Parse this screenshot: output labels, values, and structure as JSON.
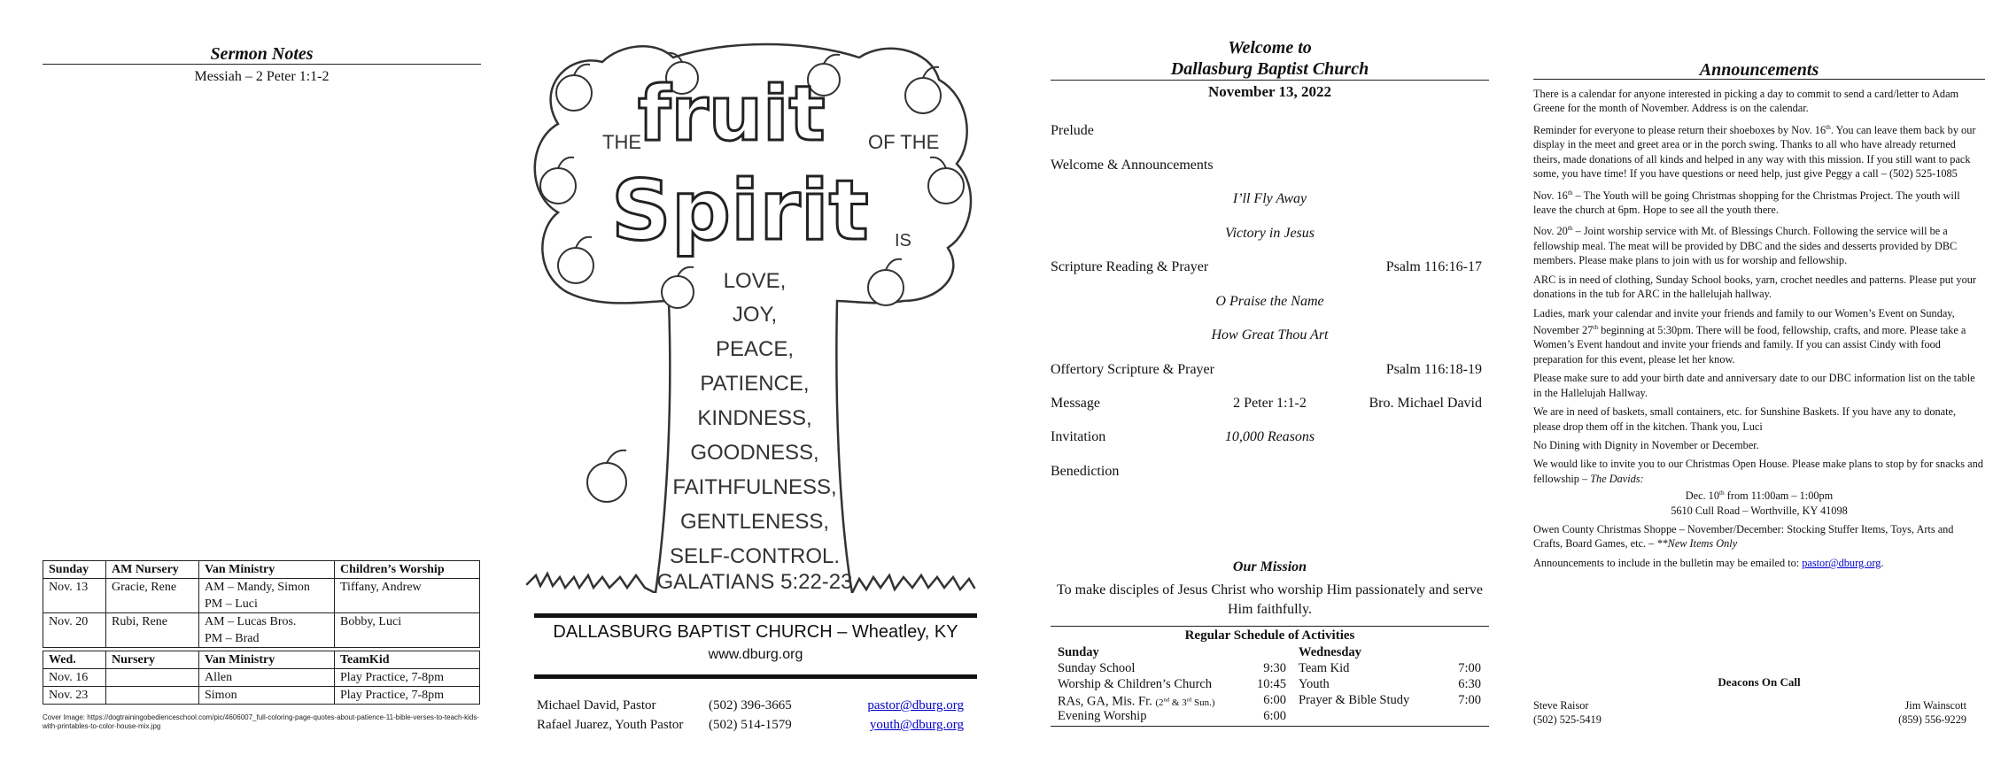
{
  "sermon_notes": {
    "title": "Sermon Notes",
    "passage": "Messiah – 2 Peter 1:1-2"
  },
  "duty_table": {
    "headers_1": [
      "Sunday",
      "AM Nursery",
      "Van Ministry",
      "Children’s Worship"
    ],
    "rows_1": [
      [
        "Nov. 13",
        "Gracie, Rene",
        "AM – Mandy, Simon",
        "Tiffany, Andrew"
      ],
      [
        "",
        "",
        "PM – Luci",
        ""
      ],
      [
        "Nov. 20",
        "Rubi, Rene",
        "AM – Lucas Bros.",
        "Bobby, Luci"
      ],
      [
        "",
        "",
        "PM – Brad",
        ""
      ]
    ],
    "headers_2": [
      "Wed.",
      "Nursery",
      "Van Ministry",
      "TeamKid"
    ],
    "rows_2": [
      [
        "Nov. 16",
        "",
        "Allen",
        "Play Practice, 7-8pm"
      ],
      [
        "Nov. 23",
        "",
        "Simon",
        "Play Practice, 7-8pm"
      ]
    ]
  },
  "cover_credit": "Cover Image: https://dogtrainingobedienceschool.com/pic/4606007_full-coloring-page-quotes-about-patience-11-bible-verses-to-teach-kids-with-printables-to-color-house-mix.jpg",
  "cover_art": {
    "the": "THE",
    "fruit": "fruit",
    "of_the": "OF THE",
    "spirit": "Spirit",
    "is": "IS",
    "virtues": [
      "LOVE,",
      "JOY,",
      "PEACE,",
      "PATIENCE,",
      "KINDNESS,",
      "GOODNESS,",
      "FAITHFULNESS,",
      "GENTLENESS,",
      "SELF-CONTROL."
    ],
    "reference": "GALATIANS 5:22-23"
  },
  "church": {
    "name": "DALLASBURG BAPTIST CHURCH – Wheatley, KY",
    "website": "www.dburg.org",
    "staff": [
      {
        "name": "Michael David, Pastor",
        "phone": "(502) 396-3665",
        "email": "pastor@dburg.org"
      },
      {
        "name": "Rafael Juarez, Youth Pastor",
        "phone": "(502) 514-1579",
        "email": "youth@dburg.org"
      }
    ]
  },
  "welcome": {
    "line1": "Welcome to",
    "line2": "Dallasburg Baptist Church",
    "date": "November 13, 2022"
  },
  "order_of_worship": {
    "prelude": "Prelude",
    "welcome": "Welcome & Announcements",
    "song1": "I’ll Fly Away",
    "song2": "Victory in Jesus",
    "scripture": "Scripture Reading & Prayer",
    "scripture_ref": "Psalm 116:16-17",
    "song3": "O Praise the Name",
    "song4": "How Great Thou Art",
    "offertory": "Offertory Scripture & Prayer",
    "offertory_ref": "Psalm 116:18-19",
    "message": "Message",
    "message_ref": "2 Peter 1:1-2",
    "message_speaker": "Bro. Michael David",
    "invitation": "Invitation",
    "invitation_song": "10,000 Reasons",
    "benediction": "Benediction"
  },
  "mission": {
    "title": "Our Mission",
    "text": "To make disciples of Jesus Christ who worship Him passionately and serve Him faithfully."
  },
  "schedule": {
    "title": "Regular Schedule of Activities",
    "sunday_header": "Sunday",
    "wednesday_header": "Wednesday",
    "sunday": [
      {
        "name": "Sunday School",
        "time": "9:30"
      },
      {
        "name": "Worship & Children’s Church",
        "time": "10:45"
      },
      {
        "name": "RAs, GA, Mis. Fr.",
        "note_a": "(2",
        "sup_a": "nd",
        "note_b": " & 3",
        "sup_b": "rd",
        "note_c": " Sun.)",
        "time": "6:00"
      },
      {
        "name": "Evening Worship",
        "time": "6:00"
      }
    ],
    "wednesday": [
      {
        "name": "Team Kid",
        "time": "7:00"
      },
      {
        "name": "Youth",
        "time": "6:30"
      },
      {
        "name": "Prayer & Bible Study",
        "time": "7:00"
      }
    ]
  },
  "announcements": {
    "title": "Announcements",
    "a1": "There is a calendar for anyone interested in picking a day to commit to send a card/letter to Adam Greene for the month of November.  Address is on the calendar.",
    "a2_pre": "Reminder for everyone to please return their shoeboxes by Nov. 16",
    "a2_sup": "th",
    "a2_post": ".  You can leave them back by our display in the meet and greet area or in the porch swing.  Thanks to all who have already returned theirs, made donations of all kinds and helped in any way with this mission.  If you still want to pack some, you have time!  If you have questions or need help, just give Peggy a call – (502) 525-1085",
    "a3_pre": "Nov. 16",
    "a3_sup": "th",
    "a3_post": " – The Youth will be going Christmas shopping for the Christmas Project.  The youth will leave the church at 6pm.  Hope to see all the youth there.",
    "a4_pre": "Nov. 20",
    "a4_sup": "th",
    "a4_post": " – Joint worship service with Mt. of Blessings Church.  Following the service will be a fellowship meal.  The meat will be provided by DBC and the sides and desserts provided by DBC members.  Please make plans to join with us for worship and fellowship.",
    "a5": "ARC is in need of clothing, Sunday School books, yarn, crochet needles and patterns.  Please put your donations in the tub for ARC in the hallelujah hallway.",
    "a6_pre": "Ladies, mark your calendar and invite your friends and family to our Women’s Event on Sunday, November 27",
    "a6_sup": "th",
    "a6_post": " beginning at 5:30pm.  There will be food, fellowship, crafts, and more.  Please take a Women’s Event handout and invite your friends and family.  If you can assist Cindy with food preparation for this event, please let her know.",
    "a7": "Please make sure to add your birth date and anniversary date to our DBC information list on the table in the Hallelujah Hallway.",
    "a8": "We are in need of baskets, small containers, etc. for Sunshine Baskets.  If you have any to donate, please drop them off in the kitchen.  Thank you, Luci",
    "a9": "No Dining with Dignity in November or December.",
    "a10_pre": "We would like to invite you to our Christmas Open House.  Please make plans to stop by for snacks and fellowship – ",
    "a10_host": "The Davids:",
    "a10_date_pre": "Dec. 10",
    "a10_date_sup": "th",
    "a10_date_post": " from 11:00am – 1:00pm",
    "a10_address": "5610 Cull Road – Worthville, KY  41098",
    "a11_pre": "Owen County Christmas Shoppe – November/December: Stocking Stuffer Items, Toys, Arts and Crafts, Board Games, etc. –  ",
    "a11_note": "**New Items Only",
    "a12_pre": "Announcements to include in the bulletin may be emailed to: ",
    "a12_email": "pastor@dburg.org",
    "a12_post": "."
  },
  "deacons": {
    "title": "Deacons On Call",
    "left_name": "Steve Raisor",
    "left_phone": "(502) 525-5419",
    "right_name": "Jim Wainscott",
    "right_phone": "(859) 556-9229"
  }
}
